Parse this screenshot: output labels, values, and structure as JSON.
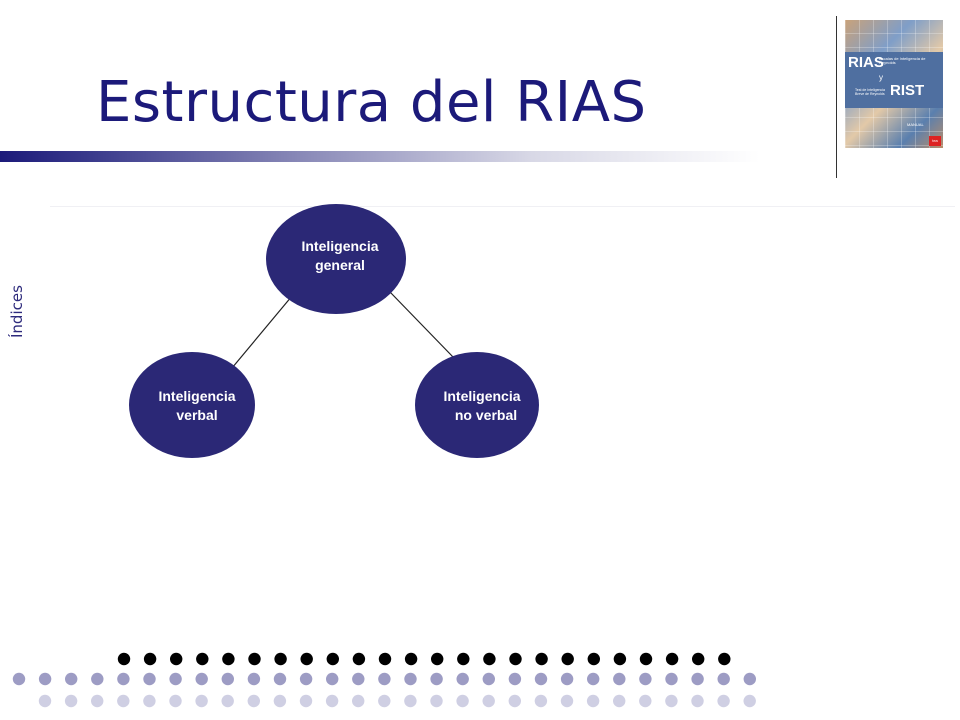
{
  "slide": {
    "title": "Estructura del RIAS",
    "side_label": "Índices"
  },
  "cover": {
    "brand1": "RIAS",
    "brand1_sub": "Escalas de Inteligencia de Reynolds",
    "connector": "y",
    "brand2": "RIST",
    "brand2_sub": "Test de Inteligencia Breve de Reynolds",
    "manual": "MANUAL",
    "publisher": "tea"
  },
  "diagram": {
    "root": {
      "line1": "Inteligencia",
      "line2": "general"
    },
    "left": {
      "line1": "Inteligencia",
      "line2": "verbal"
    },
    "right": {
      "line1": "Inteligencia",
      "line2": "no verbal"
    }
  },
  "colors": {
    "title": "#1c1a7a",
    "node_fill": "#2b2876",
    "node_text": "#ffffff",
    "dot_dark": "#000000",
    "dot_mid": "#9d9cc4",
    "dot_light": "#cfcfe3"
  }
}
